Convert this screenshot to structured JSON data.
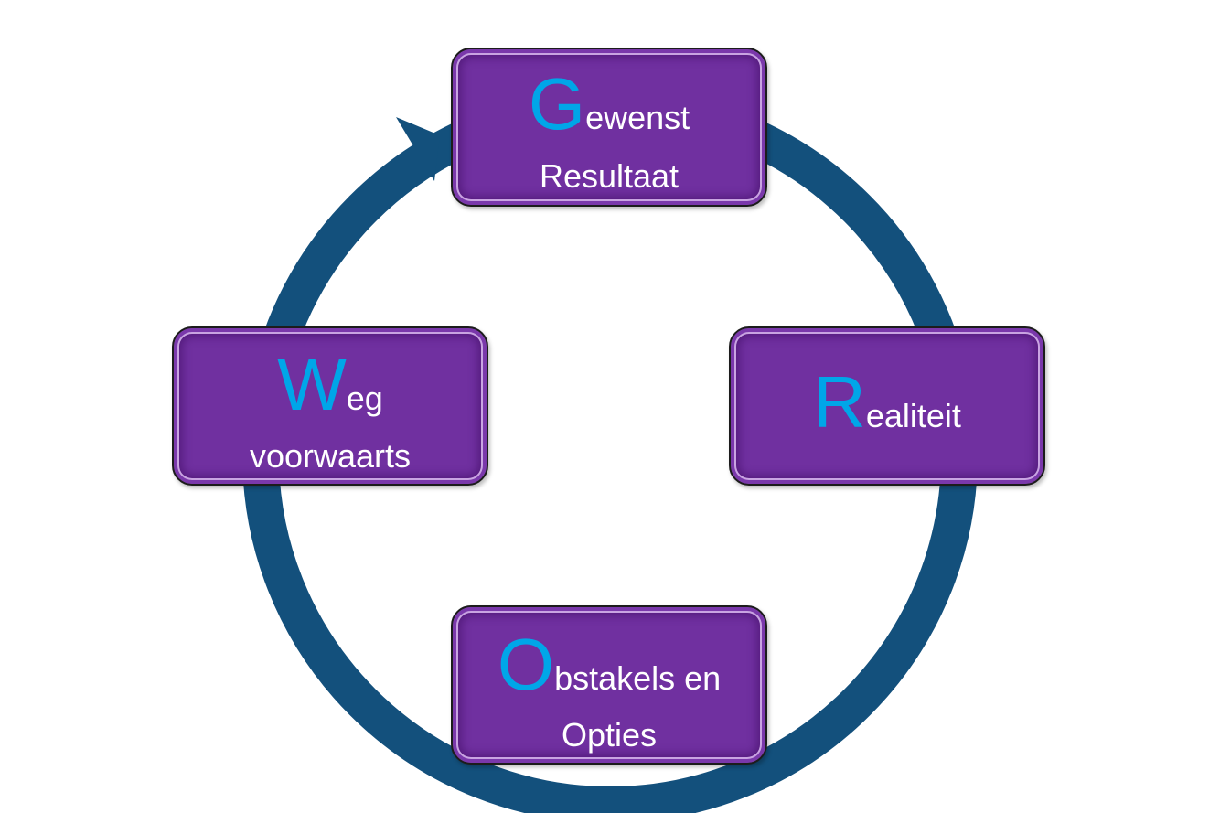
{
  "diagram": {
    "arrow_color": "#13507c",
    "box_color": "#7030a0",
    "initial_color": "#00a6e8",
    "text_color": "#ffffff",
    "boxes": [
      {
        "initial": "G",
        "rest": "ewenst",
        "line2": "Resultaat"
      },
      {
        "initial": "R",
        "rest": "ealiteit",
        "line2": ""
      },
      {
        "initial": "O",
        "rest": "bstakels en",
        "line2": "Opties"
      },
      {
        "initial": "W",
        "rest": "eg",
        "line2": "voorwaarts"
      }
    ]
  }
}
